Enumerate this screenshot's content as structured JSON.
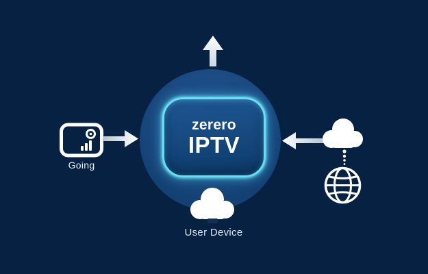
{
  "colors": {
    "background": "#062142",
    "circle_fill": "#1a4a81",
    "card_glow": "#64e0f6",
    "card_fill_top": "#1e5692",
    "card_fill_bottom": "#0d3a6b",
    "icon_white": "#ffffff",
    "label_text": "#e9eef5"
  },
  "center_card": {
    "line1": "zerero",
    "line2": "IPTV"
  },
  "left_node": {
    "icon": "set-top-box-icon",
    "label": "Going"
  },
  "right_node": {
    "icons": [
      "cloud-icon",
      "dotted-link",
      "globe-icon"
    ]
  },
  "bottom_node": {
    "icon": "cloud-icon",
    "label": "User Device"
  },
  "arrows": [
    {
      "direction": "up",
      "position": "top-center"
    },
    {
      "direction": "right",
      "position": "left-to-center"
    },
    {
      "direction": "left",
      "position": "right-to-center"
    }
  ]
}
